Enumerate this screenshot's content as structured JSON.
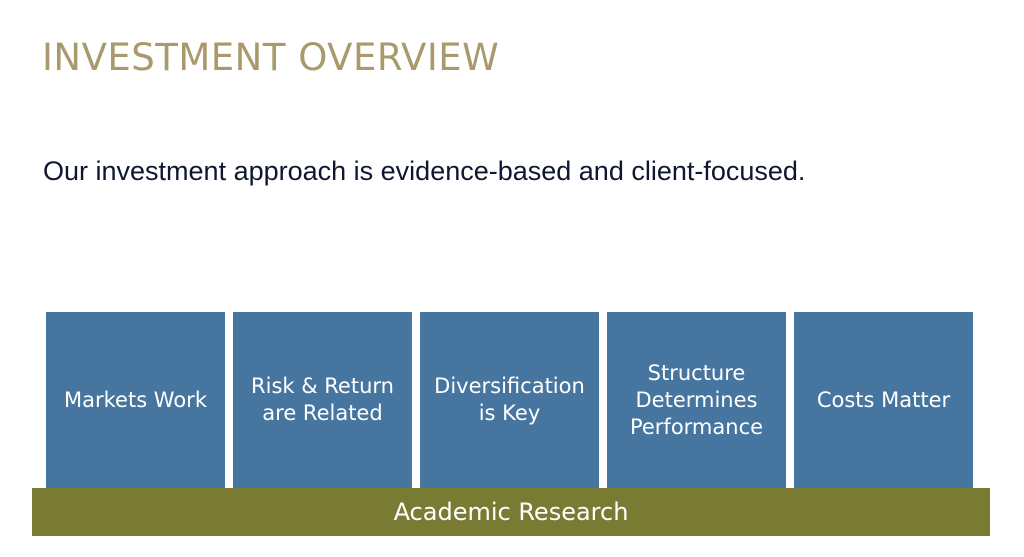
{
  "slide": {
    "title": "INVESTMENT OVERVIEW",
    "subtitle": "Our investment approach is evidence-based and client-focused."
  },
  "pillars": [
    {
      "label": "Markets Work"
    },
    {
      "label": "Risk & Return\nare Related"
    },
    {
      "label": "Diversification\nis Key"
    },
    {
      "label": "Structure\nDetermines\nPerformance"
    },
    {
      "label": "Costs Matter"
    }
  ],
  "foundation": {
    "label": "Academic Research"
  },
  "colors": {
    "title": "#a89a6c",
    "subtitle": "#0f1730",
    "pillar": "#46769f",
    "foundation": "#7a7b33"
  }
}
